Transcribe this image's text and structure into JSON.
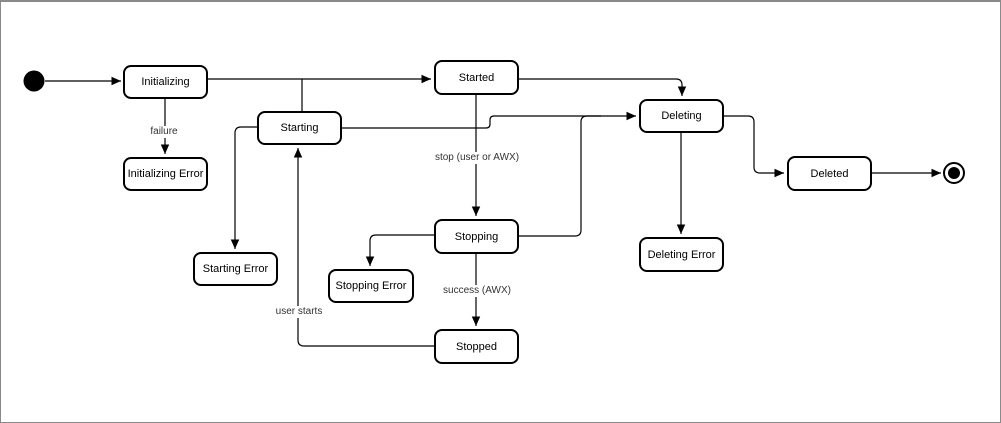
{
  "canvas": {
    "background_color": "#ffffff",
    "frame_border_color": "#8a8a8a",
    "shape_stroke_color": "#000000",
    "shape_fill_color": "#ffffff",
    "edge_label_color": "#333333"
  },
  "diagram": {
    "type": "state-machine",
    "nodes": {
      "initializing": {
        "label": "Initializing"
      },
      "initializing_error": {
        "label": "Initializing Error"
      },
      "starting": {
        "label": "Starting"
      },
      "started": {
        "label": "Started"
      },
      "starting_error": {
        "label": "Starting Error"
      },
      "stopping": {
        "label": "Stopping"
      },
      "stopping_error": {
        "label": "Stopping Error"
      },
      "stopped": {
        "label": "Stopped"
      },
      "deleting": {
        "label": "Deleting"
      },
      "deleting_error": {
        "label": "Deleting Error"
      },
      "deleted": {
        "label": "Deleted"
      }
    },
    "markers": {
      "initial": "initial-state",
      "final": "final-state"
    },
    "edges": [
      {
        "from": "initial",
        "to": "Initializing",
        "label": ""
      },
      {
        "from": "Initializing",
        "to": "Initializing Error",
        "label": "failure"
      },
      {
        "from": "Initializing",
        "to": "Started",
        "label": ""
      },
      {
        "from": "Starting",
        "to": "Started",
        "label": ""
      },
      {
        "from": "Started",
        "to": "Stopping",
        "label": "stop (user or AWX)"
      },
      {
        "from": "Started",
        "to": "Deleting",
        "label": ""
      },
      {
        "from": "Starting",
        "to": "Deleting",
        "label": ""
      },
      {
        "from": "Stopping",
        "to": "Deleting",
        "label": ""
      },
      {
        "from": "Starting",
        "to": "Starting Error",
        "label": ""
      },
      {
        "from": "Stopping",
        "to": "Stopping Error",
        "label": ""
      },
      {
        "from": "Stopping",
        "to": "Stopped",
        "label": "success (AWX)"
      },
      {
        "from": "Stopped",
        "to": "Starting",
        "label": "user starts"
      },
      {
        "from": "Deleting",
        "to": "Deleting Error",
        "label": ""
      },
      {
        "from": "Deleting",
        "to": "Deleted",
        "label": ""
      },
      {
        "from": "Deleted",
        "to": "final",
        "label": ""
      }
    ]
  }
}
